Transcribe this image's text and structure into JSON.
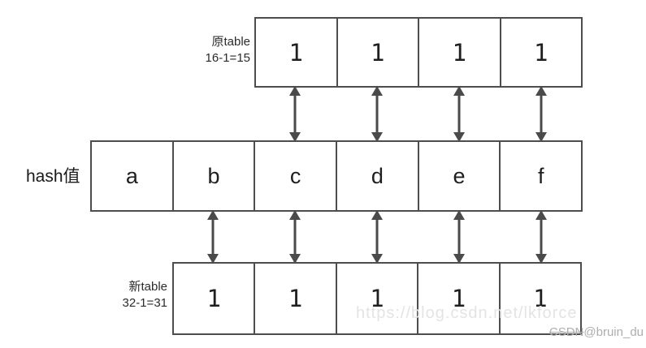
{
  "diagram": {
    "original_table": {
      "label_line1": "原table",
      "label_line2": "16-1=15",
      "cells": [
        "1",
        "1",
        "1",
        "1"
      ]
    },
    "hash_row": {
      "label": "hash值",
      "cells": [
        "a",
        "b",
        "c",
        "d",
        "e",
        "f"
      ]
    },
    "new_table": {
      "label_line1": "新table",
      "label_line2": "32-1=31",
      "cells": [
        "1",
        "1",
        "1",
        "1",
        "1"
      ]
    }
  },
  "watermarks": {
    "url": "https://blog.csdn.net/lkforce",
    "csdn": "CSDN",
    "author": "@bruin_du"
  },
  "colors": {
    "border": "#4d4d4d",
    "arrow": "#4a4a4a",
    "cell_text": "#1f1f1f",
    "label_text": "#2b2b2b",
    "watermark_url": "#e4e4e4",
    "watermark_author": "#aeaeae"
  }
}
